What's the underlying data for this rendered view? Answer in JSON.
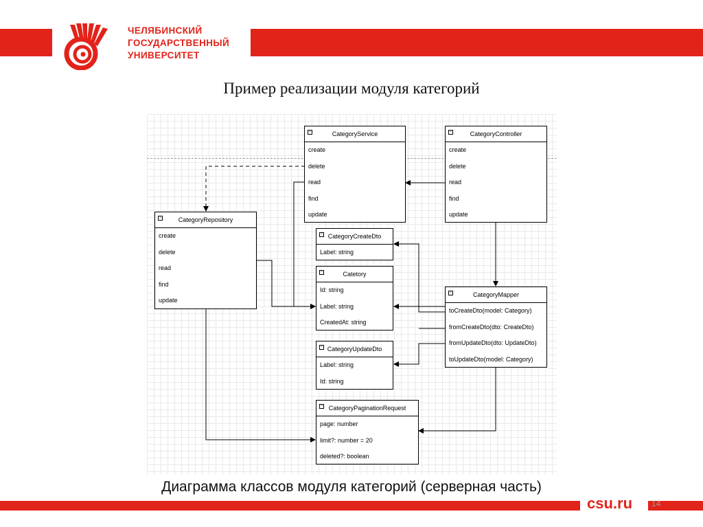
{
  "header": {
    "university_lines": [
      "ЧЕЛЯБИНСКИЙ",
      "ГОСУДАРСТВЕННЫЙ",
      "УНИВЕРСИТЕТ"
    ],
    "colors": {
      "brand_red": "#e2231a"
    },
    "logo_icon": "csu-logo-icon"
  },
  "slide": {
    "title": "Пример реализации модуля категорий",
    "caption": "Диаграмма классов модуля категорий (серверная часть)"
  },
  "footer": {
    "site": "csu.ru",
    "page_number": "14"
  },
  "diagram": {
    "category_service": {
      "name": "CategoryService",
      "members": [
        "create",
        "delete",
        "read",
        "find",
        "update"
      ]
    },
    "category_controller": {
      "name": "CategoryController",
      "members": [
        "create",
        "delete",
        "read",
        "find",
        "update"
      ]
    },
    "category_repository": {
      "name": "CategoryRepository",
      "members": [
        "create",
        "delete",
        "read",
        "find",
        "update"
      ]
    },
    "category_create_dto": {
      "name": "CategoryCreateDto",
      "members": [
        "Label: string"
      ]
    },
    "category": {
      "name": "Catetory",
      "members": [
        "Id: string",
        "Label: string",
        "CreatedAt: string"
      ]
    },
    "category_mapper": {
      "name": "CategoryMapper",
      "members": [
        "toCreateDto(model: Category)",
        "fromCreateDto(dto: CreateDto)",
        "fromUpdateDto(dto: UpdateDto)",
        "toUpdateDto(model: Category)"
      ]
    },
    "category_update_dto": {
      "name": "CategoryUpdateDto",
      "members": [
        "Label: string",
        "Id: string"
      ]
    },
    "category_pagination_request": {
      "name": "CategoryPaginationRequest",
      "members": [
        "page: number",
        "limit?: number = 20",
        "deleted?: boolean"
      ]
    }
  }
}
